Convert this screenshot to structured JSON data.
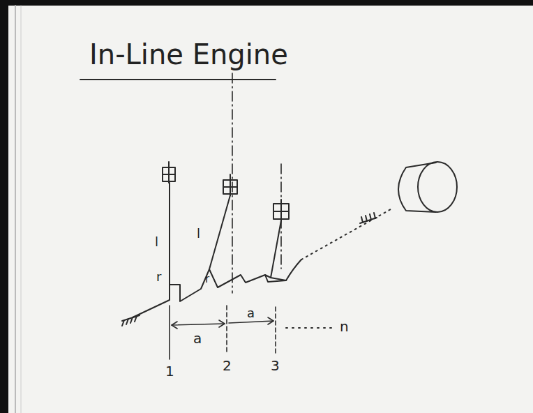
{
  "diagram": {
    "title": "In-Line Engine",
    "labels": [
      "l",
      "r",
      "l",
      "r",
      "a",
      "a",
      "1",
      "2",
      "3",
      "n"
    ]
  }
}
